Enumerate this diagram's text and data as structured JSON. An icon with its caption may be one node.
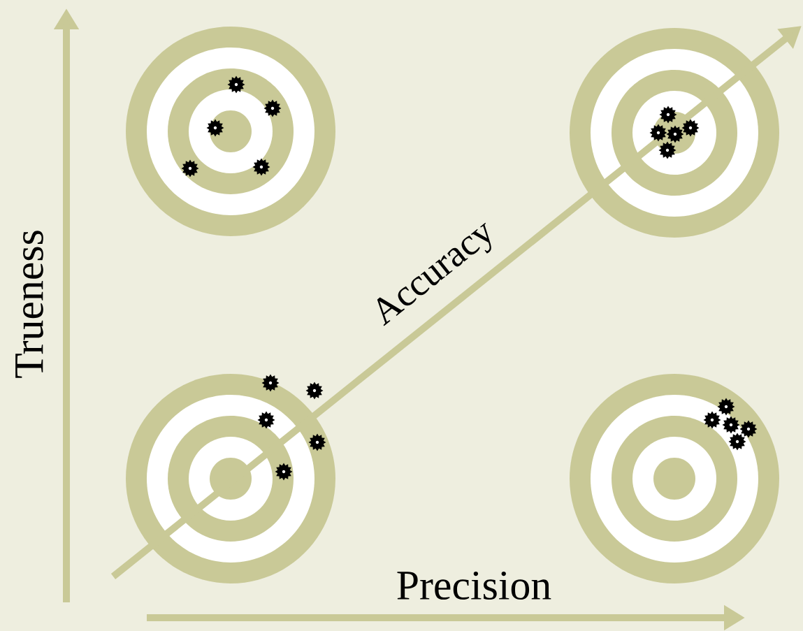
{
  "diagram": {
    "labels": [
      "Trueness",
      "Accuracy",
      "Precision"
    ]
  }
}
